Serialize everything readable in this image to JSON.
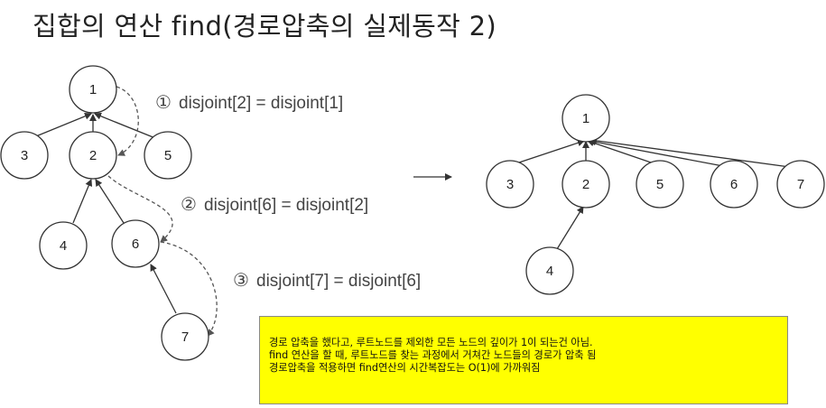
{
  "title": "집합의 연산 find(경로압축의 실제동작 2)",
  "before": {
    "nodes": [
      {
        "id": "n1",
        "label": "1"
      },
      {
        "id": "n3",
        "label": "3"
      },
      {
        "id": "n2",
        "label": "2"
      },
      {
        "id": "n5",
        "label": "5"
      },
      {
        "id": "n4",
        "label": "4"
      },
      {
        "id": "n6",
        "label": "6"
      },
      {
        "id": "n7",
        "label": "7"
      }
    ],
    "steps": [
      {
        "num": "①",
        "text": "disjoint[2] = disjoint[1]"
      },
      {
        "num": "②",
        "text": "disjoint[6] = disjoint[2]"
      },
      {
        "num": "③",
        "text": "disjoint[7] = disjoint[6]"
      }
    ]
  },
  "after": {
    "nodes": [
      {
        "id": "m1",
        "label": "1"
      },
      {
        "id": "m3",
        "label": "3"
      },
      {
        "id": "m2",
        "label": "2"
      },
      {
        "id": "m5",
        "label": "5"
      },
      {
        "id": "m6",
        "label": "6"
      },
      {
        "id": "m7",
        "label": "7"
      },
      {
        "id": "m4",
        "label": "4"
      }
    ]
  },
  "note": {
    "lines": [
      "경로 압축을 했다고, 루트노드를 제외한 모든 노드의 깊이가 1이 되는건 아님.",
      "find 연산을 할 때, 루트노드를 찾는 과정에서 거쳐간 노드들의 경로가 압축 됨",
      "경로압축을 적용하면 find연산의 시간복잡도는 O(1)에 가까워짐"
    ]
  },
  "colors": {
    "stroke": "#333333",
    "dashed": "#555555",
    "text": "#222222",
    "note_bg": "#ffff00"
  }
}
